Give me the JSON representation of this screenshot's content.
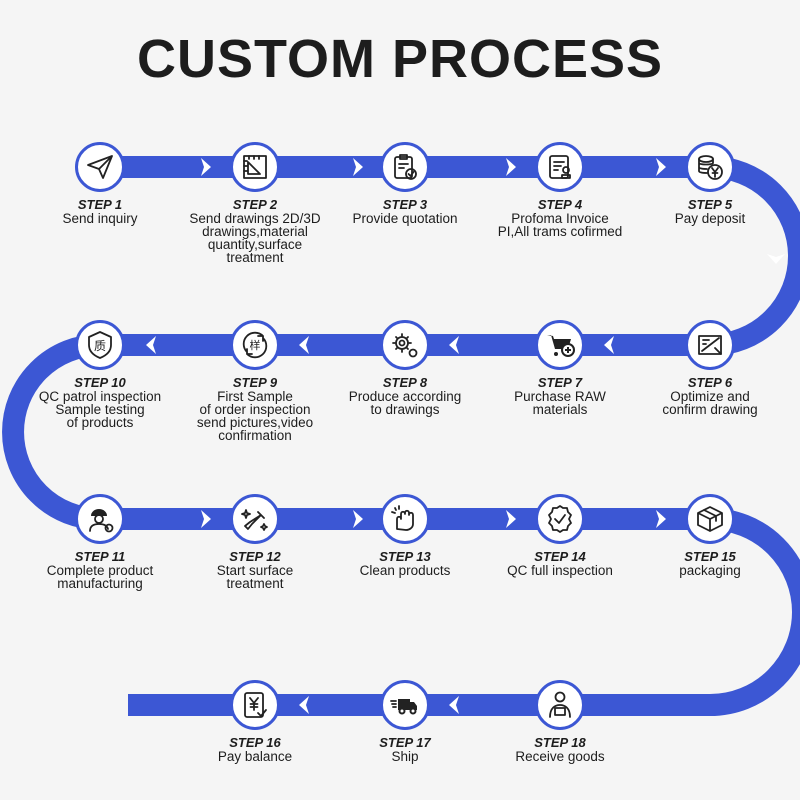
{
  "title": "CUSTOM PROCESS",
  "colors": {
    "track": "#3c57d4",
    "text": "#1d1d1d",
    "background": "#f5f5f5",
    "icon": "#222222"
  },
  "steps": [
    {
      "label": "STEP 1",
      "desc": "Send inquiry",
      "icon": "paper-plane-icon"
    },
    {
      "label": "STEP 2",
      "desc": "Send drawings 2D/3D\ndrawings,material\nquantity,surface\ntreatment",
      "icon": "drawing-ruler-icon"
    },
    {
      "label": "STEP 3",
      "desc": "Provide quotation",
      "icon": "clipboard-check-icon"
    },
    {
      "label": "STEP 4",
      "desc": "Profoma Invoice\nPI,All trams cofirmed",
      "icon": "invoice-stamp-icon"
    },
    {
      "label": "STEP 5",
      "desc": "Pay deposit",
      "icon": "coins-yen-icon"
    },
    {
      "label": "STEP 6",
      "desc": "Optimize and\nconfirm drawing",
      "icon": "drafting-pen-icon"
    },
    {
      "label": "STEP 7",
      "desc": "Purchase RAW\nmaterials",
      "icon": "shopping-cart-plus-icon"
    },
    {
      "label": "STEP 8",
      "desc": "Produce according\nto drawings",
      "icon": "gears-icon"
    },
    {
      "label": "STEP 9",
      "desc": "First Sample\nof order inspection\nsend pictures,video\nconfirmation",
      "icon": "sample-cycle-icon"
    },
    {
      "label": "STEP 10",
      "desc": "QC patrol inspection\nSample testing\nof products",
      "icon": "quality-shield-icon"
    },
    {
      "label": "STEP 11",
      "desc": "Complete product\nmanufacturing",
      "icon": "worker-gear-icon"
    },
    {
      "label": "STEP 12",
      "desc": "Start surface\ntreatment",
      "icon": "spray-sparkle-icon"
    },
    {
      "label": "STEP 13",
      "desc": "Clean products",
      "icon": "cleaning-hand-icon"
    },
    {
      "label": "STEP 14",
      "desc": "QC full inspection",
      "icon": "quality-badge-icon"
    },
    {
      "label": "STEP 15",
      "desc": "packaging",
      "icon": "package-box-icon"
    },
    {
      "label": "STEP 16",
      "desc": "Pay balance",
      "icon": "payment-yen-icon"
    },
    {
      "label": "STEP 17",
      "desc": "Ship",
      "icon": "delivery-truck-icon"
    },
    {
      "label": "STEP 18",
      "desc": "Receive goods",
      "icon": "delivery-person-icon"
    }
  ]
}
